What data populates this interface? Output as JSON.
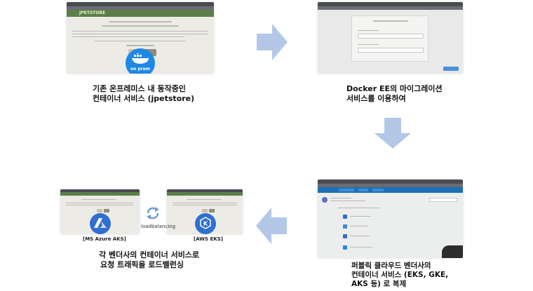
{
  "screenshots": {
    "top_left": {
      "logo_text": "JPETSTORE",
      "badge_text": "on prem"
    }
  },
  "captions": {
    "step1_line1": "기존 온프레미스 내 동작중인",
    "step1_line2": "컨테이너 서비스 (jpetstore)",
    "step2_line1": "Docker EE의 마이그레이션",
    "step2_line2": "서비스를 이용하여",
    "step3_line1": "퍼블릭 클라우드 벤더사의",
    "step3_line2": "컨테이너 서비스 (EKS, GKE,",
    "step3_line3": "AKS 등) 로 복제",
    "step4_line1": "각 벤더사의 컨테이너 서비스로",
    "step4_line2": "요청 트래픽을 로드밸런싱"
  },
  "labels": {
    "azure": "[MS Azure AKS]",
    "aws": "[AWS EKS]",
    "loadbalancing": "loadbalancing"
  },
  "colors": {
    "arrow": "#b4c7e7",
    "docker_blue": "#1e88e5",
    "azure_blue": "#2f6fcf",
    "eks_blue": "#2f6fcf"
  }
}
